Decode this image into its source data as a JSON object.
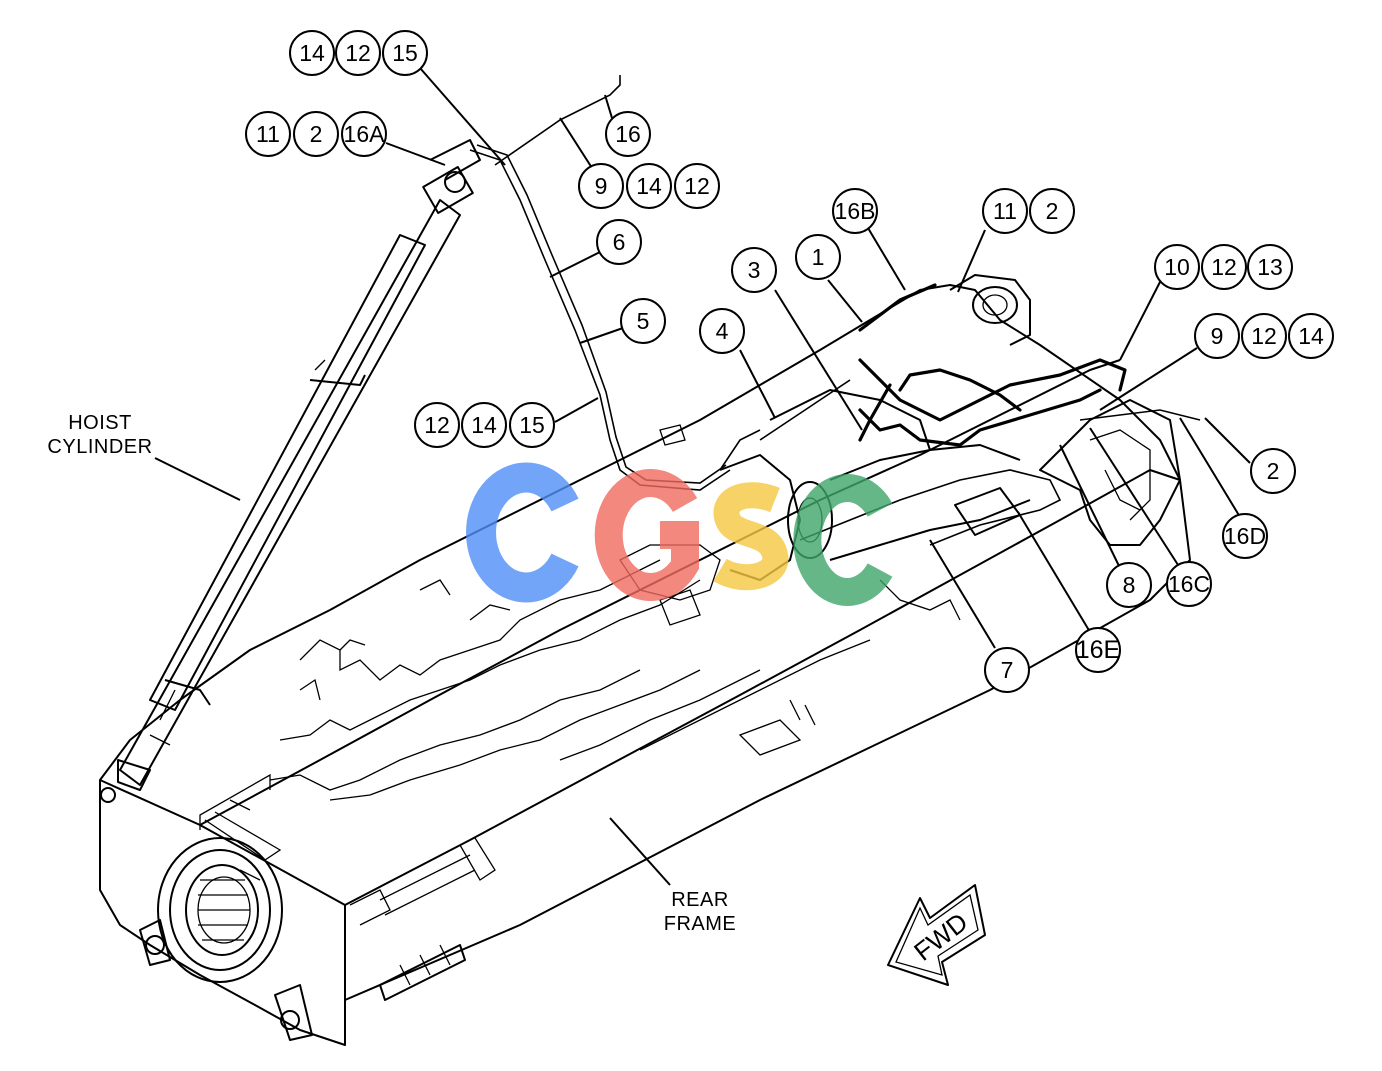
{
  "labels": {
    "hoist_cylinder_line1": "HOIST",
    "hoist_cylinder_line2": "CYLINDER",
    "rear_frame_line1": "REAR",
    "rear_frame_line2": "FRAME",
    "fwd": "FWD"
  },
  "callouts": {
    "g1": [
      "14",
      "12",
      "15"
    ],
    "g2": [
      "11",
      "2",
      "16A"
    ],
    "g3": [
      "16"
    ],
    "g4": [
      "9",
      "14",
      "12"
    ],
    "g5": [
      "6"
    ],
    "g6": [
      "5"
    ],
    "g7": [
      "12",
      "14",
      "15"
    ],
    "g8": [
      "16B"
    ],
    "g9": [
      "11",
      "2"
    ],
    "g10": [
      "1"
    ],
    "g11": [
      "3"
    ],
    "g12": [
      "4"
    ],
    "g13": [
      "10",
      "12",
      "13"
    ],
    "g14": [
      "9",
      "12",
      "14"
    ],
    "g15": [
      "2"
    ],
    "g16": [
      "16D"
    ],
    "g17": [
      "16C"
    ],
    "g18": [
      "8"
    ],
    "g19": [
      "16E"
    ],
    "g20": [
      "7"
    ]
  },
  "watermark": {
    "letters": [
      "C",
      "G",
      "S",
      "C"
    ],
    "colors": [
      "#4f8ef7",
      "#ef6b5f",
      "#f5c842",
      "#3fa66b"
    ]
  }
}
